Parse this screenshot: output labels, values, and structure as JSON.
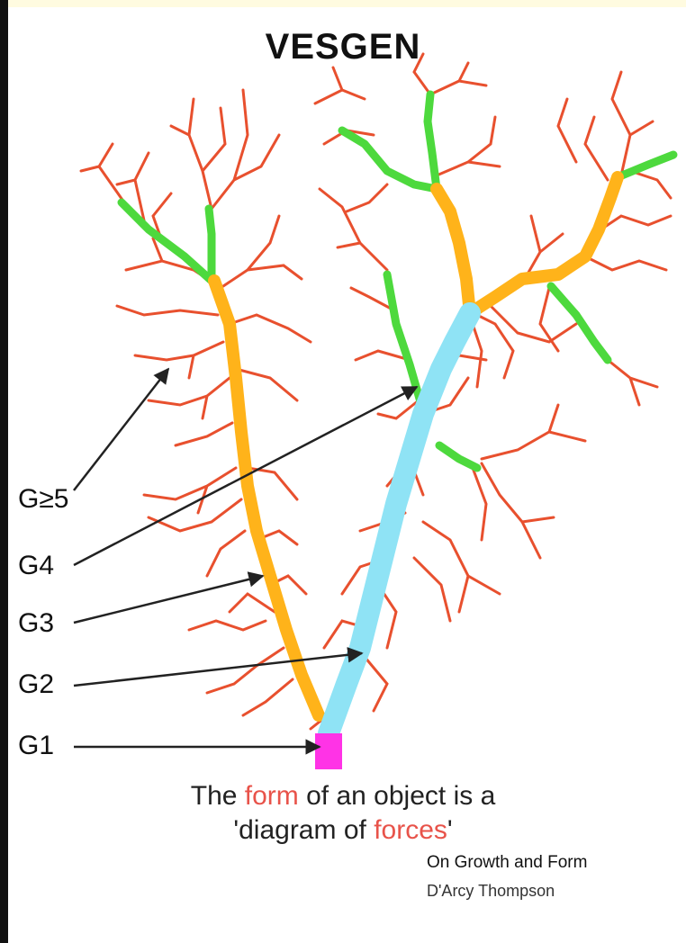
{
  "title": "VESGEN",
  "labels": {
    "g5": "G≥5",
    "g4": "G4",
    "g3": "G3",
    "g2": "G2",
    "g1": "G1"
  },
  "quote": {
    "line1_pre": "The ",
    "line1_highlight": "form",
    "line1_post": " of an object is a",
    "line2_pre": "'diagram of ",
    "line2_highlight": "forces",
    "line2_post": "'"
  },
  "citation": {
    "book": "On Growth and Form",
    "author": "D'Arcy Thompson"
  },
  "colors": {
    "g1": "#ff33e6",
    "g2": "#8fe3f5",
    "g3": "#ffb31a",
    "g4": "#4dd93d",
    "g5": "#e8502e",
    "highlight": "#e8534a"
  }
}
